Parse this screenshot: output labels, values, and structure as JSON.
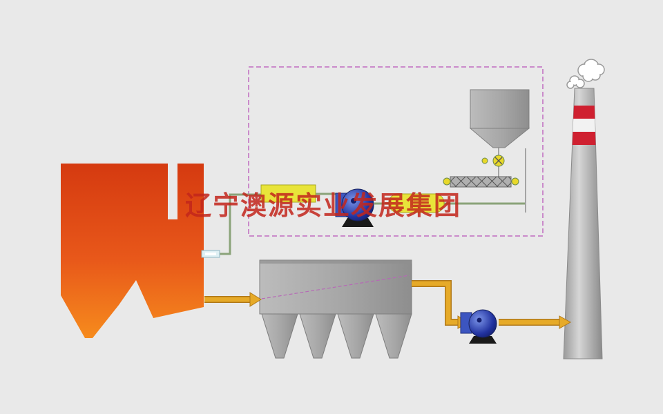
{
  "watermark": {
    "text": "辽宁澳源实业发展集团",
    "color": "#c3261c"
  },
  "diagram": {
    "background": "#e9e9e9",
    "enclosure_border_color": "#c06ac0",
    "flow_arrow_color": "#e6aa28",
    "pipe_color": "#8aa379",
    "components": [
      {
        "name": "boiler",
        "shape": "M-profile furnace",
        "color_top": "#d53a10",
        "color_bottom": "#f68b1d"
      },
      {
        "name": "sampling-valve",
        "color": "#dff0f4"
      },
      {
        "name": "equipment-box",
        "color": "#e8e43a"
      },
      {
        "name": "booster-fan",
        "color": "#2b3f9e"
      },
      {
        "name": "equipment-capsule",
        "color": "#e8e43a"
      },
      {
        "name": "storage-silo",
        "color": "#b5b5b5"
      },
      {
        "name": "rotary-valve",
        "color": "#e8d82a"
      },
      {
        "name": "screw-conveyor",
        "color": "#b0b0b0"
      },
      {
        "name": "dust-collector",
        "hoppers": 4,
        "color": "#a9a9a9"
      },
      {
        "name": "induced-draft-fan",
        "color": "#2b3f9e"
      },
      {
        "name": "chimney",
        "stripe_color": "#cf2030",
        "body_color": "#bdbdbd"
      },
      {
        "name": "smoke",
        "color": "#ffffff"
      }
    ]
  }
}
